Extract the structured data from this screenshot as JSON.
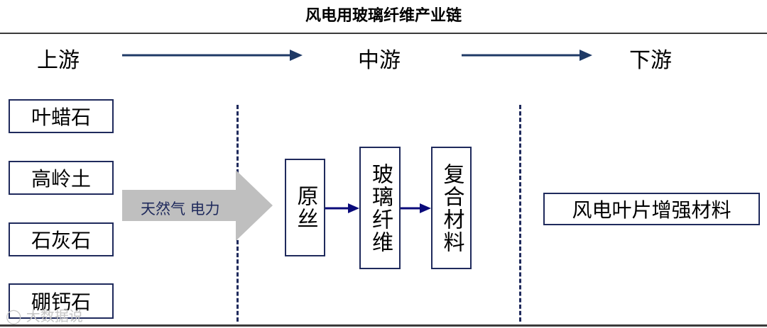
{
  "title": "风电用玻璃纤维产业链",
  "stages": {
    "upstream": "上游",
    "midstream": "中游",
    "downstream": "下游"
  },
  "raw_materials": [
    "叶蜡石",
    "高岭土",
    "石灰石",
    "硼钙石"
  ],
  "energy_inputs": "天然气  电力",
  "process_steps": [
    "原丝",
    "玻璃纤维",
    "复合材料"
  ],
  "downstream_product": "风电叶片增强材料",
  "watermark": "大数据说",
  "colors": {
    "box_border": "#1f2a5c",
    "arrow": "#1f3a66",
    "flow_arrow": "#0a0a7a",
    "energy_arrow": "#bfbfbf",
    "dashed_divider": "#1f2a5c",
    "energy_text": "#1f2a5c"
  }
}
